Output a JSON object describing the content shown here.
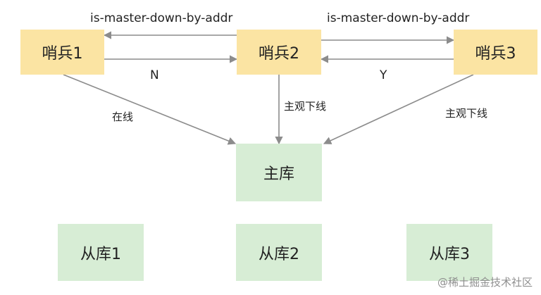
{
  "sentinels": [
    {
      "label": "哨兵1"
    },
    {
      "label": "哨兵2"
    },
    {
      "label": "哨兵3"
    }
  ],
  "master": {
    "label": "主库"
  },
  "replicas": [
    {
      "label": "从库1"
    },
    {
      "label": "从库2"
    },
    {
      "label": "从库3"
    }
  ],
  "edges": {
    "cmd_1_2": "is-master-down-by-addr",
    "cmd_2_3": "is-master-down-by-addr",
    "reply_2_1": "N",
    "reply_3_2": "Y",
    "vote_1": "在线",
    "vote_2": "主观下线",
    "vote_3": "主观下线"
  },
  "watermark": "@稀土掘金技术社区",
  "colors": {
    "sentinel_fill": "#fbe4a3",
    "replica_fill": "#d7edd5",
    "line": "#8c8c8c"
  }
}
